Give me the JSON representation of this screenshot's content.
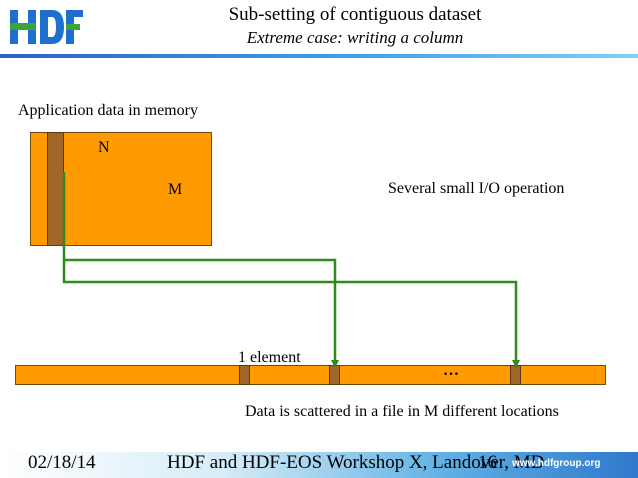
{
  "header": {
    "logo_text": "HDF",
    "title": "Sub-setting of contiguous dataset",
    "subtitle": "Extreme case: writing a column"
  },
  "diagram": {
    "memory_label": "Application data in memory",
    "n_label": "N",
    "m_label": "M",
    "io_note": "Several small I/O operation",
    "element_label": "1 element",
    "ellipsis": "…",
    "scatter_note": "Data is scattered in a file in M different locations"
  },
  "footer": {
    "date": "02/18/14",
    "workshop": "HDF and HDF-EOS Workshop X, Landover, MD",
    "page_number": "16",
    "url": "www.hdfgroup.org"
  },
  "colors": {
    "block_orange": "#ff9a00",
    "element_brown": "#a0662a",
    "arrow_green": "#2f8a1e",
    "logo_blue": "#1f6fcf",
    "logo_green": "#3aa53a"
  }
}
